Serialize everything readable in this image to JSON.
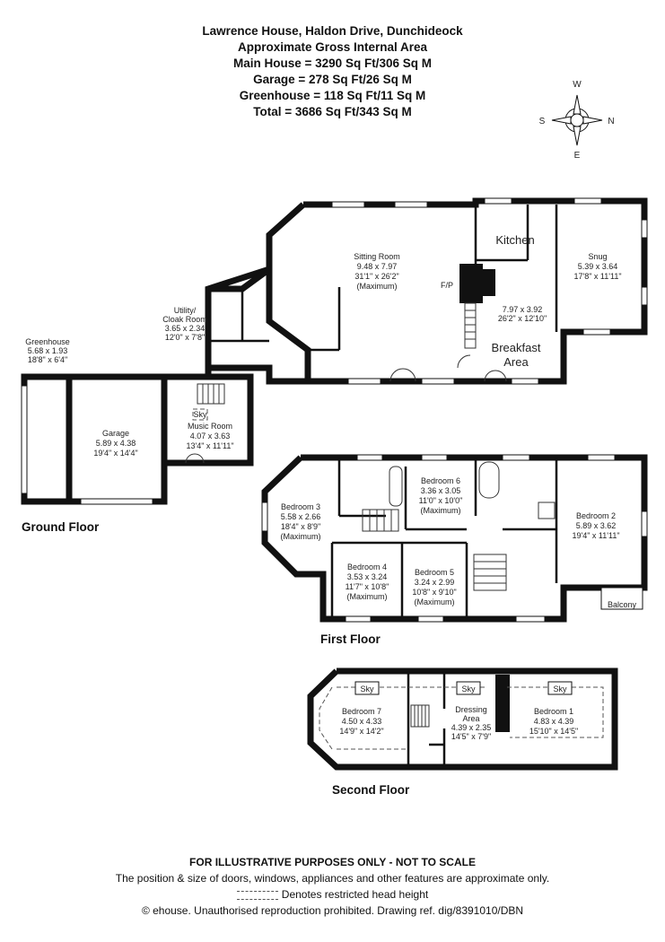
{
  "header": {
    "line1": "Lawrence House, Haldon Drive, Dunchideock",
    "line2": "Approximate Gross Internal Area",
    "line3": "Main House = 3290 Sq Ft/306 Sq M",
    "line4": "Garage = 278 Sq Ft/26 Sq M",
    "line5": "Greenhouse = 118 Sq Ft/11 Sq M",
    "line6": "Total = 3686 Sq Ft/343 Sq M"
  },
  "compass": {
    "n": "N",
    "s": "S",
    "e": "E",
    "w": "W"
  },
  "floors": {
    "ground": "Ground Floor",
    "first": "First Floor",
    "second": "Second Floor"
  },
  "rooms": {
    "sitting": {
      "name": "Sitting Room",
      "metric": "9.48 x 7.97",
      "imperial": "31'1\" x 26'2\"",
      "note": "(Maximum)"
    },
    "kitchen": {
      "name": "Kitchen"
    },
    "snug": {
      "name": "Snug",
      "metric": "5.39 x 3.64",
      "imperial": "17'8\" x 11'11\""
    },
    "fp": {
      "name": "F/P"
    },
    "breakfast": {
      "dims": "7.97 x 3.92",
      "imperial": "26'2\" x 12'10\"",
      "name1": "Breakfast",
      "name2": "Area"
    },
    "utility": {
      "name1": "Utility/",
      "name2": "Cloak Room",
      "metric": "3.65 x 2.34",
      "imperial": "12'0\" x 7'8\""
    },
    "greenhouse": {
      "name": "Greenhouse",
      "metric": "5.68 x 1.93",
      "imperial": "18'8\" x 6'4\""
    },
    "garage": {
      "name": "Garage",
      "metric": "5.89 x 4.38",
      "imperial": "19'4\" x 14'4\""
    },
    "music": {
      "sky": "Sky",
      "name": "Music Room",
      "metric": "4.07 x 3.63",
      "imperial": "13'4\" x 11'11\""
    },
    "bed3": {
      "name": "Bedroom 3",
      "metric": "5.58 x 2.66",
      "imperial": "18'4\" x 8'9\"",
      "note": "(Maximum)"
    },
    "bed6": {
      "name": "Bedroom 6",
      "metric": "3.36 x 3.05",
      "imperial": "11'0\" x 10'0\"",
      "note": "(Maximum)"
    },
    "bed2": {
      "name": "Bedroom 2",
      "metric": "5.89 x 3.62",
      "imperial": "19'4\" x 11'11\""
    },
    "bed4": {
      "name": "Bedroom 4",
      "metric": "3.53 x 3.24",
      "imperial": "11'7\" x 10'8\"",
      "note": "(Maximum)"
    },
    "bed5": {
      "name": "Bedroom 5",
      "metric": "3.24 x 2.99",
      "imperial": "10'8\" x 9'10\"",
      "note": "(Maximum)"
    },
    "balcony": {
      "name": "Balcony"
    },
    "bed7": {
      "name": "Bedroom 7",
      "metric": "4.50 x 4.33",
      "imperial": "14'9\" x 14'2\""
    },
    "dressing": {
      "name1": "Dressing",
      "name2": "Area",
      "metric": "4.39 x 2.35",
      "imperial": "14'5\" x 7'9\""
    },
    "bed1": {
      "name": "Bedroom 1",
      "metric": "4.83 x 4.39",
      "imperial": "15'10\" x 14'5\""
    },
    "sky": "Sky"
  },
  "footer": {
    "line1": "FOR ILLUSTRATIVE PURPOSES ONLY - NOT TO SCALE",
    "line2": "The position & size of doors, windows, appliances and other features are approximate only.",
    "line3": "Denotes restricted head height",
    "line4": "© ehouse. Unauthorised reproduction prohibited. Drawing ref. dig/8391010/DBN"
  }
}
